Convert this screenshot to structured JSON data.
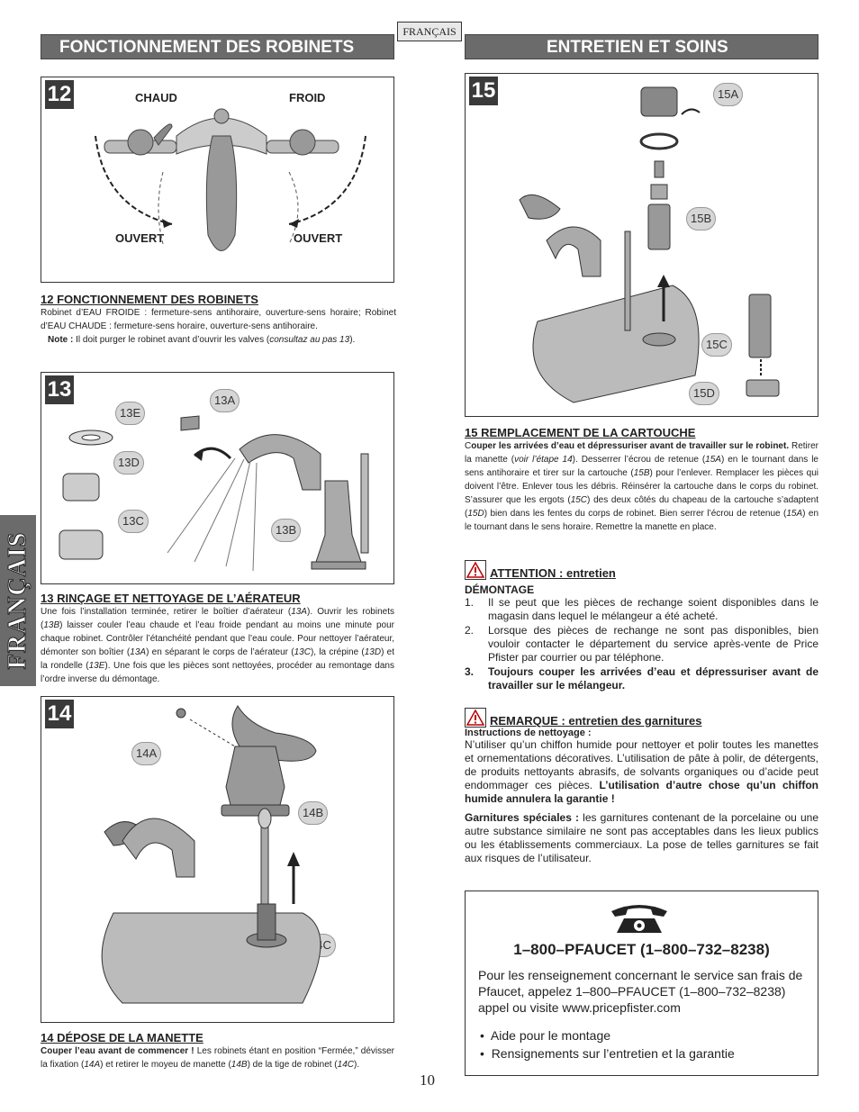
{
  "header": {
    "lang_tag": "FRANÇAIS",
    "left_title": "FONCTIONNEMENT DES ROBINETS",
    "right_title": "ENTRETIEN ET SOINS"
  },
  "side_tab": "FRANÇAIS",
  "fig12": {
    "num": "12",
    "hot": "CHAUD",
    "cold": "FROID",
    "open_left": "OUVERT",
    "open_right": "OUVERT"
  },
  "sec12": {
    "title": "12  FONCTIONNEMENT DES ROBINETS",
    "text": "Robinet d’EAU FROIDE : fermeture-sens antihoraire, ouverture-sens horaire; Robinet d’EAU CHAUDE : fermeture-sens horaire, ouverture-sens antihoraire.",
    "note_label": "Note :",
    "note_text": " Il doit purger le robinet avant d’ouvrir les valves (",
    "note_italic": "consultaz au pas 13",
    "note_end": ")."
  },
  "fig13": {
    "num": "13",
    "labels": [
      "13E",
      "13A",
      "13D",
      "13C",
      "13B"
    ]
  },
  "sec13": {
    "title": "13  RINÇAGE ET NETTOYAGE DE L’AÉRATEUR",
    "p1": "Une fois l’installation terminée, retirer le boîtier d’aérateur (",
    "i1": "13A",
    "p2": "). Ouvrir les robinets (",
    "i2": "13B",
    "p3": ") laisser couler l’eau chaude et l’eau froide pendant au moins une minute pour chaque robinet. Contrôler l’étanchéité pendant que l’eau coule. Pour nettoyer l’aérateur, démonter son boîtier (",
    "i3": "13A",
    "p4": ") en séparant le corps de l’aérateur (",
    "i4": "13C",
    "p5": "), la crépine (",
    "i5": "13D",
    "p6": ") et la rondelle (",
    "i6": "13E",
    "p7": "). Une fois que les pièces sont nettoyées, procéder au remontage dans l’ordre inverse du démontage."
  },
  "fig14": {
    "num": "14",
    "labels": [
      "14A",
      "14B",
      "14C"
    ]
  },
  "sec14": {
    "title": "14   DÉPOSE DE LA MANETTE",
    "bold": "Couper l’eau avant de commencer !",
    "p1": " Les robinets étant en position “Fermée,” dévisser la fixation (",
    "i1": "14A",
    "p2": ") et retirer le moyeu de manette (",
    "i2": "14B",
    "p3": ") de la tige de robinet (",
    "i3": "14C",
    "p4": ")."
  },
  "fig15": {
    "num": "15",
    "labels": [
      "15A",
      "15B",
      "15C",
      "15D"
    ]
  },
  "sec15": {
    "title": "15  REMPLACEMENT DE LA CARTOUCHE",
    "c": "C",
    "bold": "ouper les arrivées d’eau et dépressuriser avant de travailler sur le robinet.",
    "p1": " Retirer la manette (",
    "i1": "voir l’étape 14",
    "p2": ").  Desserrer l’écrou de retenue (",
    "i2": "15A",
    "p3": ") en le tournant dans le sens antihoraire et tirer sur la cartouche (",
    "i3": "15B",
    "p4": ") pour l’enlever.  Remplacer les pièces qui doivent l’être.  Enlever tous les débris.  Réinsérer la cartouche dans le corps du robinet.  S’assurer que les ergots (",
    "i4": "15C",
    "p5": ") des deux côtés du chapeau de la cartouche s’adaptent (",
    "i5": "15D",
    "p6": ") bien dans les fentes du corps de robinet. Bien serrer l’écrou de retenue (",
    "i6": "15A",
    "p7": ") en le tournant dans le sens horaire.  Remettre la manette en place."
  },
  "attention": {
    "title": "ATTENTION : entretien",
    "subtitle": "DÉMONTAGE",
    "items": [
      {
        "n": "1.",
        "text": "Il se peut que les pièces de rechange soient disponibles dans le magasin dans lequel le mélangeur a été acheté."
      },
      {
        "n": "2.",
        "text": "Lorsque des pièces de rechange ne sont pas disponibles, bien vouloir contacter le département du service après-vente de Price Pfister par courrier ou par téléphone."
      },
      {
        "n": "3.",
        "text": "Toujours couper les arrivées d’eau et dépressuriser avant de travailler sur le mélangeur."
      }
    ]
  },
  "remarque": {
    "title": "REMARQUE : entretien des garnitures",
    "sub": "Instructions de nettoyage :",
    "p1": "N’utiliser qu’un chiffon humide pour nettoyer et polir toutes les manettes et ornementations décoratives. L’utilisation de pâte à polir, de détergents, de produits nettoyants abrasifs, de solvants organiques ou d’acide peut endommager ces pièces. ",
    "p1_bold": "L’utilisation d’autre chose qu’un chiffon humide annulera la garantie !",
    "p2_bold": "Garnitures spéciales :",
    "p2": " les garnitures contenant de la porcelaine ou une autre substance similaire ne sont pas acceptables dans les lieux publics ou les établissements commerciaux. La pose de telles garnitures se fait aux risques de l’utilisateur."
  },
  "phone": {
    "number": "1–800–PFAUCET (1–800–732–8238)",
    "text": "Pour les renseignement concernant le service san frais de Pfaucet, appelez 1–800–PFAUCET (1–800–732–8238) appel ou visite www.pricepfister.com",
    "bullets": [
      "Aide pour le montage",
      "Rensignements sur l’entretien et la garantie"
    ]
  },
  "page_number": "10"
}
